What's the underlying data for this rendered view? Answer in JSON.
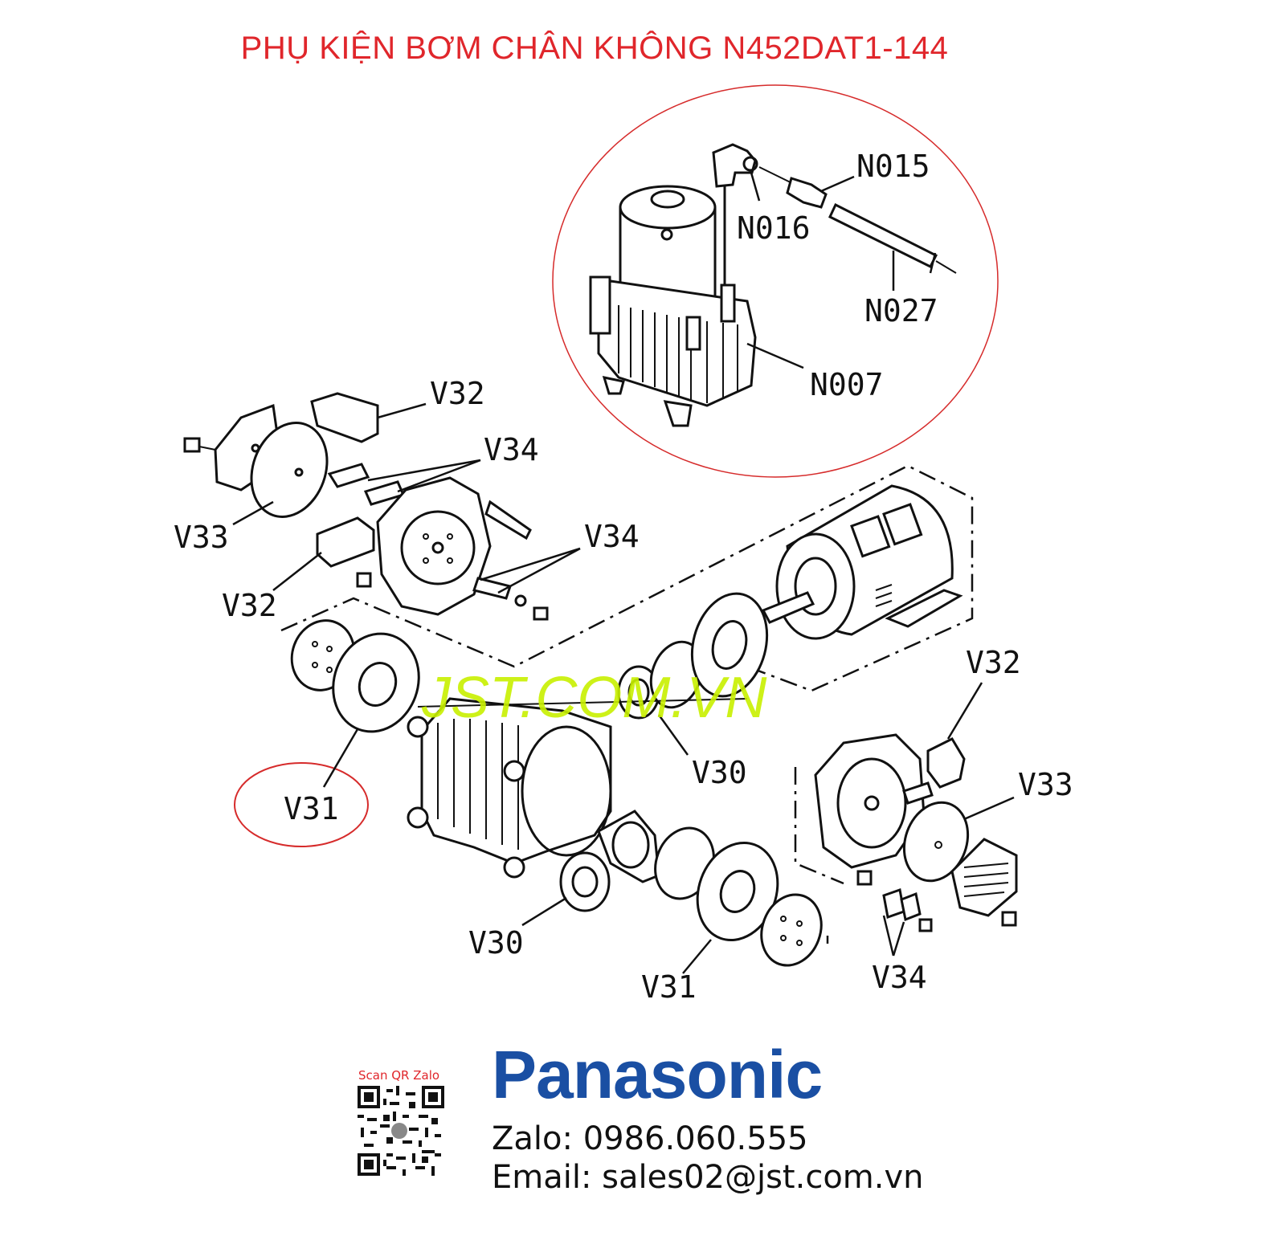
{
  "title": "PHỤ KIỆN BƠM CHÂN KHÔNG N452DAT1-144",
  "watermark": "JST.COM.VN",
  "labels": {
    "n015": "N015",
    "n016": "N016",
    "n027": "N027",
    "n007": "N007",
    "v32_top": "V32",
    "v34_top": "V34",
    "v33_left": "V33",
    "v34_mid": "V34",
    "v32_left": "V32",
    "v31_left": "V31",
    "v30_mid": "V30",
    "v32_right": "V32",
    "v33_right": "V33",
    "v30_bottom": "V30",
    "v31_bottom": "V31",
    "v34_bottom": "V34"
  },
  "brand": "Panasonic",
  "qr_caption": "Scan QR Zalo",
  "contact": {
    "zalo": "Zalo: 0986.060.555",
    "email": "Email: sales02@jst.com.vn"
  },
  "colors": {
    "title": "#e0262b",
    "brand": "#1a4fa3",
    "highlight_circle": "#d62b2b",
    "watermark": "#c8f000"
  }
}
